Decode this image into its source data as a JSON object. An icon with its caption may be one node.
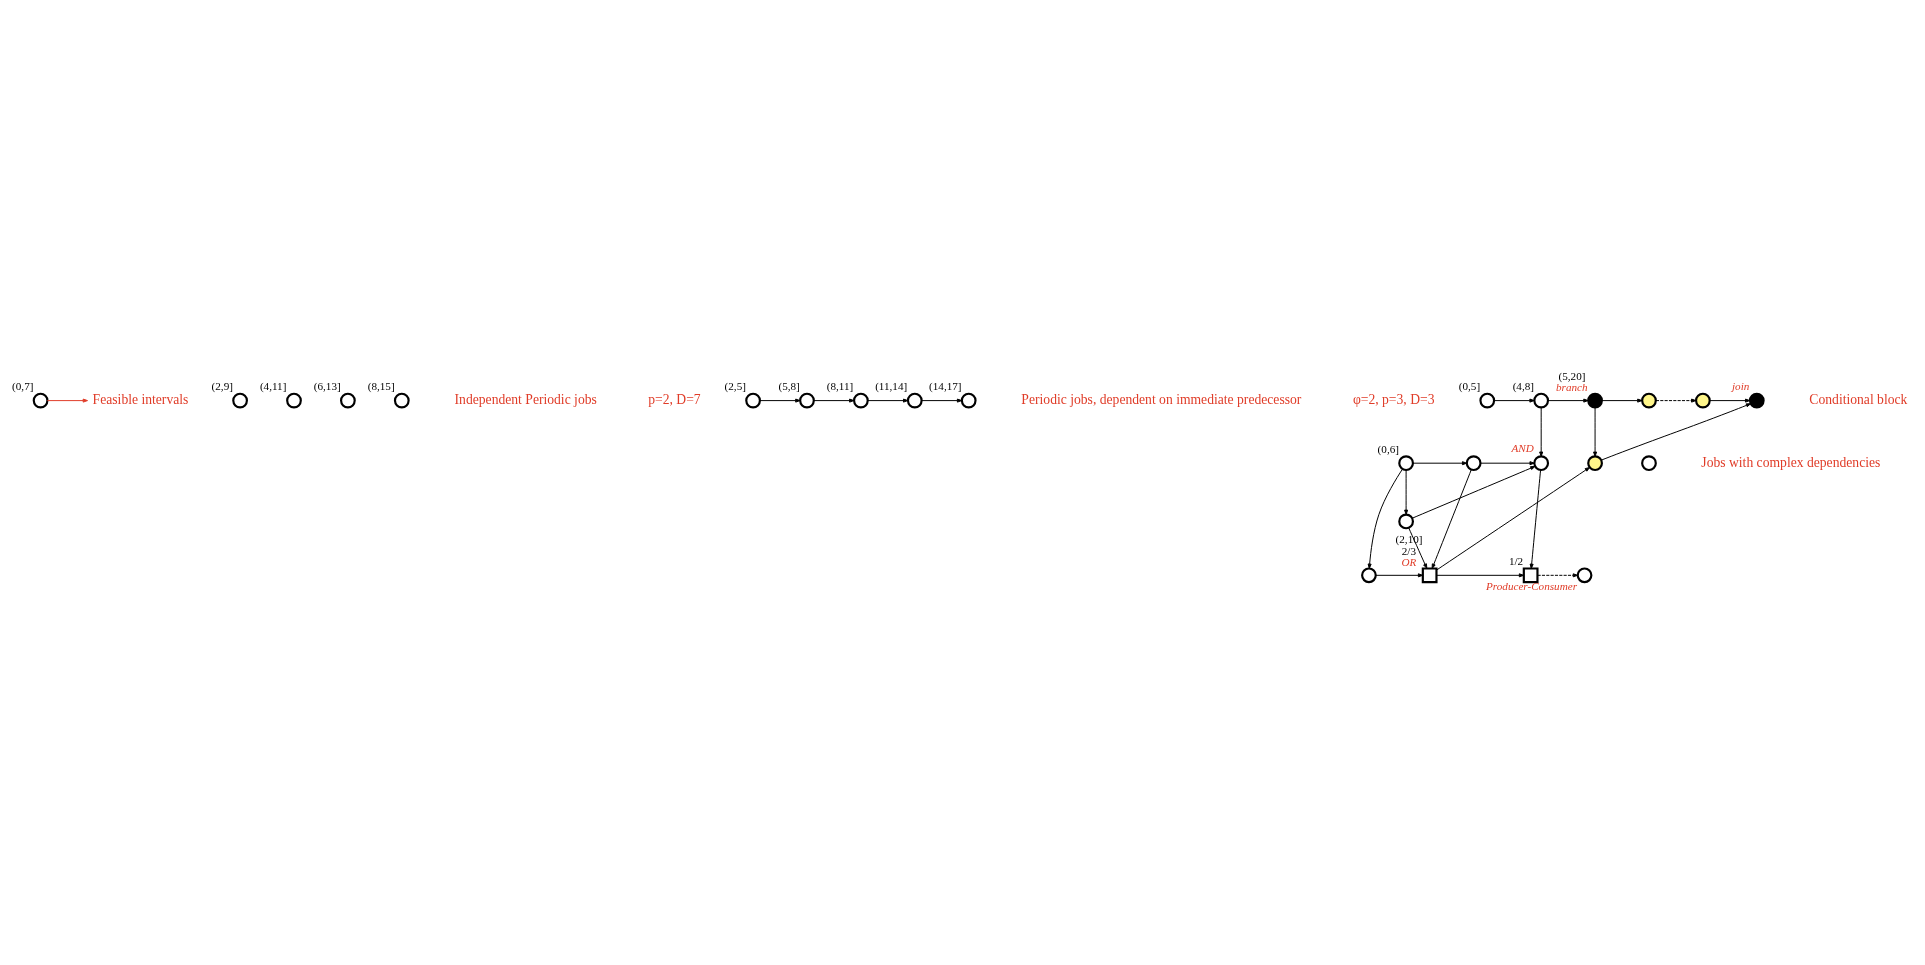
{
  "diagram": {
    "nodes": [
      {
        "text": [],
        "shape": "circle",
        "beside": [
          "(0,7]"
        ]
      },
      {
        "text": [],
        "shape": "circle",
        "beside": [
          "(2,9]"
        ]
      },
      {
        "text": [],
        "shape": "circle",
        "beside": [
          "(4,11]"
        ]
      },
      {
        "text": [],
        "shape": "circle",
        "beside": [
          "(6,13]"
        ]
      },
      {
        "text": [],
        "shape": "circle",
        "beside": [
          "(8,15]"
        ]
      },
      {
        "text": [],
        "shape": "circle",
        "beside": [
          "(2,5]"
        ]
      },
      {
        "text": [],
        "shape": "circle",
        "beside": [
          "(5,8]"
        ]
      },
      {
        "text": [],
        "shape": "circle",
        "beside": [
          "(8,11]"
        ]
      },
      {
        "text": [],
        "shape": "circle",
        "beside": [
          "(11,14]"
        ]
      },
      {
        "text": [],
        "shape": "circle",
        "beside": [
          "(14,17]"
        ]
      },
      {
        "text": [],
        "shape": "circle",
        "beside": [
          "(0,5]"
        ]
      },
      {
        "text": [],
        "shape": "circle",
        "beside": [
          "(4,8]"
        ]
      },
      {
        "text": [],
        "shape": "circle",
        "beside": [
          "(5,20]",
          "branch"
        ]
      },
      {
        "text": [],
        "shape": "circle"
      },
      {
        "text": [],
        "shape": "circle"
      },
      {
        "text": [],
        "shape": "circle",
        "beside": [
          "join"
        ]
      },
      {
        "text": [],
        "shape": "circle",
        "beside": [
          "(0,6]"
        ]
      },
      {
        "text": [],
        "shape": "circle"
      },
      {
        "text": [],
        "shape": "circle",
        "beside": [
          "AND"
        ]
      },
      {
        "text": [],
        "shape": "circle"
      },
      {
        "text": [],
        "shape": "circle"
      },
      {
        "text": [],
        "shape": "circle"
      },
      {
        "text": [],
        "shape": "circle"
      },
      {
        "text": [],
        "shape": "box",
        "beside": [
          "(2,10]",
          "2/3",
          "OR"
        ]
      },
      {
        "text": [],
        "shape": "box",
        "beside": [
          "1/2"
        ]
      },
      {
        "text": [],
        "shape": "circle",
        "beside": [
          "Producer-Consumer"
        ]
      },
      {
        "text": [
          "Feasible intervals"
        ]
      }
    ],
    "edges": [
      {
        "from": 0,
        "to": 26,
        "arrow": "to",
        "color": "#e03c28"
      },
      {
        "from": 5,
        "to": 6,
        "arrow": "to"
      },
      {
        "from": 6,
        "to": 7,
        "arrow": "to"
      },
      {
        "from": 7,
        "to": 8,
        "arrow": "to"
      },
      {
        "from": 8,
        "to": 9,
        "arrow": "to"
      },
      {
        "from": 10,
        "to": 11,
        "arrow": "to"
      },
      {
        "from": 11,
        "to": 12,
        "arrow": "to"
      },
      {
        "from": 11,
        "to": 18,
        "arrow": "to"
      },
      {
        "from": 12,
        "to": 13,
        "arrow": "to"
      },
      {
        "from": 12,
        "to": 19,
        "arrow": "to"
      },
      {
        "from": 13,
        "to": 14,
        "arrow": "to",
        "style": "dashed"
      },
      {
        "from": 14,
        "to": 15,
        "arrow": "to"
      },
      {
        "from": 19,
        "to": 15,
        "arrow": "to"
      },
      {
        "from": 16,
        "to": 17,
        "arrow": "to"
      },
      {
        "from": 16,
        "to": 21,
        "arrow": "to"
      },
      {
        "from": 16,
        "to": 22,
        "arrow": "to"
      },
      {
        "from": 17,
        "to": 18,
        "arrow": "to"
      },
      {
        "from": 17,
        "to": 23,
        "arrow": "to"
      },
      {
        "from": 21,
        "to": 18,
        "arrow": "to"
      },
      {
        "from": 21,
        "to": 23,
        "arrow": "to"
      },
      {
        "from": 22,
        "to": 23,
        "arrow": "to"
      },
      {
        "from": 18,
        "to": 24,
        "arrow": "to"
      },
      {
        "from": 23,
        "to": 19,
        "arrow": "to"
      },
      {
        "from": 23,
        "to": 24,
        "arrow": "to"
      },
      {
        "from": 24,
        "to": 25,
        "arrow": "to",
        "style": "dashed"
      }
    ],
    "labels": [
      "Independent Periodic jobs",
      "p=2, D=7",
      "Periodic jobs, dependent on immediate predecessor",
      "φ=2, p=3, D=3",
      "Conditional block",
      "Jobs with complex dependencies"
    ]
  }
}
